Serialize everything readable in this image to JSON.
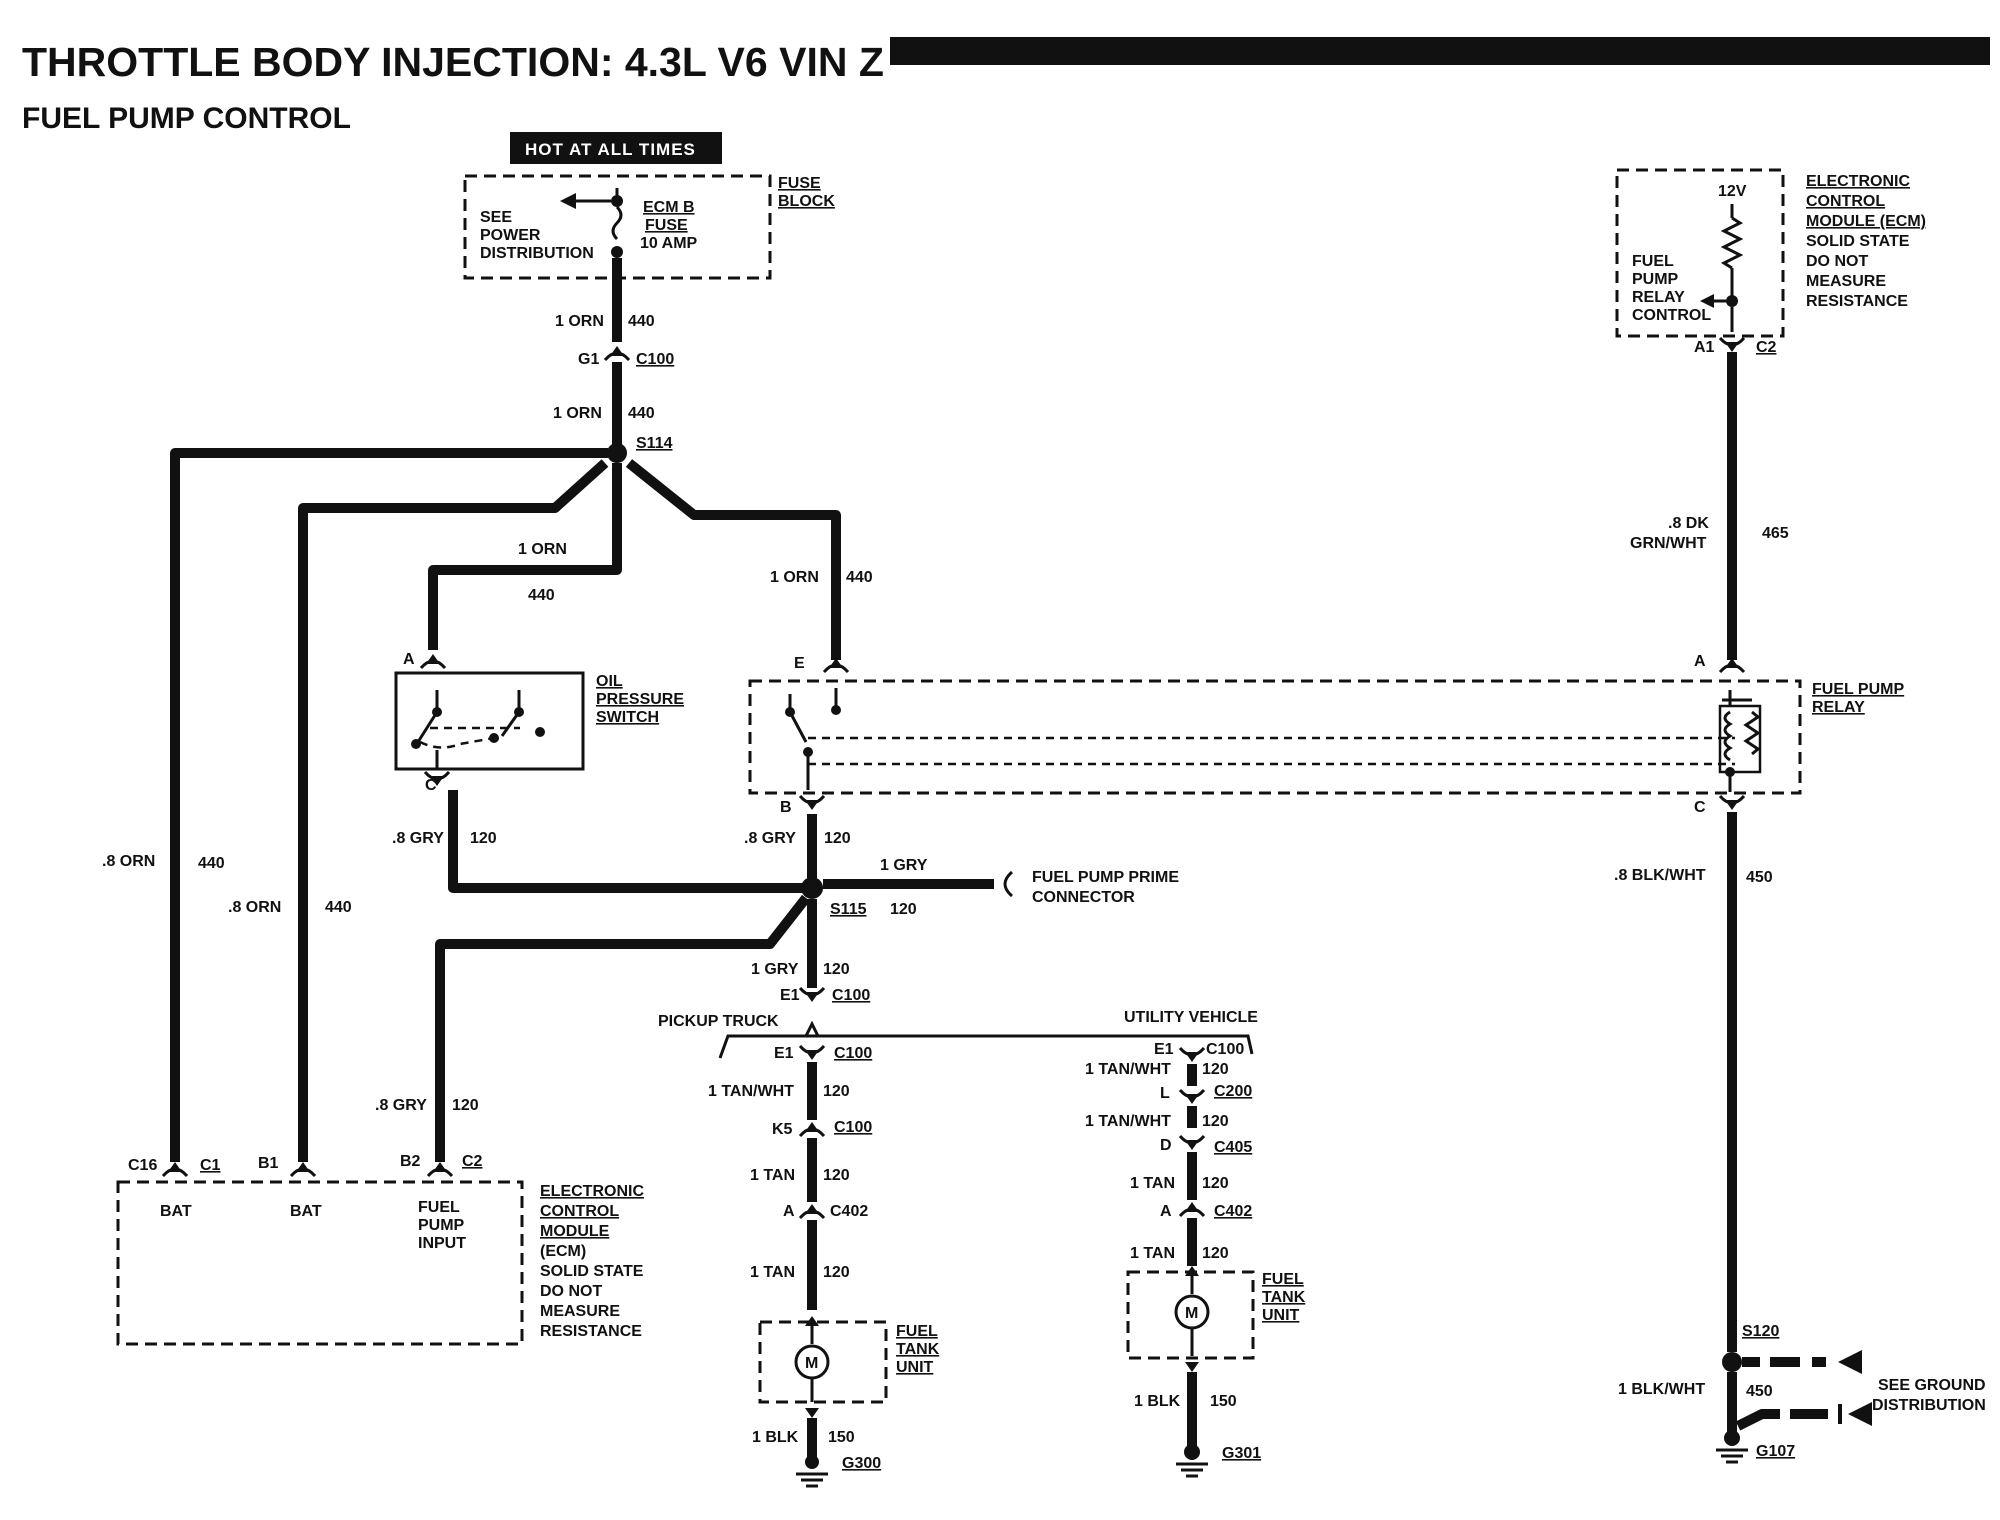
{
  "header": {
    "title": "THROTTLE BODY INJECTION: 4.3L V6 VIN Z",
    "subtitle": "FUEL PUMP CONTROL"
  },
  "power": {
    "hot_label": "HOT AT ALL TIMES",
    "fuse_block_line1": "FUSE",
    "fuse_block_line2": "BLOCK",
    "see_line1": "SEE",
    "see_line2": "POWER",
    "see_line3": "DISTRIBUTION",
    "fuse_line1": "ECM B",
    "fuse_line2": "FUSE",
    "fuse_line3": "10 AMP"
  },
  "wires": {
    "w_orn_top1": "1 ORN",
    "w_440_top1": "440",
    "g1": "G1",
    "c100_top": "C100",
    "w_orn_top2": "1 ORN",
    "w_440_top2": "440",
    "s114": "S114",
    "w_orn_oil": "1 ORN",
    "w_440_oil": "440",
    "w_orn_relay": "1 ORN",
    "w_440_relay": "440",
    "w_8orn_a": ".8 ORN",
    "w_440_a": "440",
    "w_8orn_b": ".8 ORN",
    "w_440_b": "440",
    "w_8gry_oil": ".8 GRY",
    "w_120_oil": "120",
    "w_8gry_relay": ".8 GRY",
    "w_120_relay": "120",
    "w_1gry_prime": "1 GRY",
    "w_120_prime": "120",
    "s115": "S115",
    "prime_line1": "FUEL PUMP PRIME",
    "prime_line2": "CONNECTOR",
    "w_1gry_down": "1 GRY",
    "w_120_down": "120",
    "e1": "E1",
    "c100_e1": "C100",
    "w_8gry_ecm": ".8 GRY",
    "w_120_ecm": "120",
    "w_8dk_1": ".8 DK",
    "w_8dk_2": "GRN/WHT",
    "w_465": "465",
    "w_8blkwht": ".8 BLK/WHT",
    "w_450_a": "450",
    "w_1blkwht": "1 BLK/WHT",
    "w_450_b": "450"
  },
  "oil_switch": {
    "pin_a": "A",
    "pin_c": "C",
    "line1": "OIL",
    "line2": "PRESSURE",
    "line3": "SWITCH"
  },
  "relay": {
    "pin_e": "E",
    "pin_b": "B",
    "pin_a": "A",
    "pin_c": "C",
    "line1": "FUEL PUMP",
    "line2": "RELAY"
  },
  "ecm_top": {
    "v12": "12V",
    "ctl_line1": "FUEL",
    "ctl_line2": "PUMP",
    "ctl_line3": "RELAY",
    "ctl_line4": "CONTROL",
    "a1": "A1",
    "c2": "C2",
    "line1": "ELECTRONIC",
    "line2": "CONTROL",
    "line3": "MODULE (ECM)",
    "line4": "SOLID STATE",
    "line5": "DO NOT",
    "line6": "MEASURE",
    "line7": "RESISTANCE"
  },
  "ecm_bottom": {
    "c16": "C16",
    "c1": "C1",
    "b1": "B1",
    "b2": "B2",
    "c2": "C2",
    "bat1": "BAT",
    "bat2": "BAT",
    "fp_line1": "FUEL",
    "fp_line2": "PUMP",
    "fp_line3": "INPUT",
    "line1": "ELECTRONIC",
    "line2": "CONTROL",
    "line3": "MODULE",
    "line4": "(ECM)",
    "line5": "SOLID STATE",
    "line6": "DO NOT",
    "line7": "MEASURE",
    "line8": "RESISTANCE"
  },
  "pickup": {
    "label": "PICKUP TRUCK",
    "e1": "E1",
    "c100_a": "C100",
    "w_tanwht": "1 TAN/WHT",
    "w_120_a": "120",
    "k5": "K5",
    "c100_b": "C100",
    "w_tan_a": "1 TAN",
    "w_120_b": "120",
    "pin_a": "A",
    "c402": "C402",
    "w_tan_b": "1 TAN",
    "w_120_c": "120",
    "motor": "M",
    "tank_line1": "FUEL",
    "tank_line2": "TANK",
    "tank_line3": "UNIT",
    "w_blk": "1 BLK",
    "w_150": "150",
    "ground": "G300"
  },
  "utility": {
    "label": "UTILITY VEHICLE",
    "e1": "E1",
    "c100": "C100",
    "w_tanwht_a": "1 TAN/WHT",
    "w_120_a": "120",
    "l": "L",
    "c200": "C200",
    "w_tanwht_b": "1 TAN/WHT",
    "w_120_b": "120",
    "d": "D",
    "c405": "C405",
    "w_tan_a": "1 TAN",
    "w_120_c": "120",
    "pin_a": "A",
    "c402": "C402",
    "w_tan_b": "1 TAN",
    "w_120_d": "120",
    "motor": "M",
    "tank_line1": "FUEL",
    "tank_line2": "TANK",
    "tank_line3": "UNIT",
    "w_blk": "1 BLK",
    "w_150": "150",
    "ground": "G301"
  },
  "ground_right": {
    "s120": "S120",
    "see_line1": "SEE GROUND",
    "see_line2": "DISTRIBUTION",
    "ground": "G107"
  }
}
